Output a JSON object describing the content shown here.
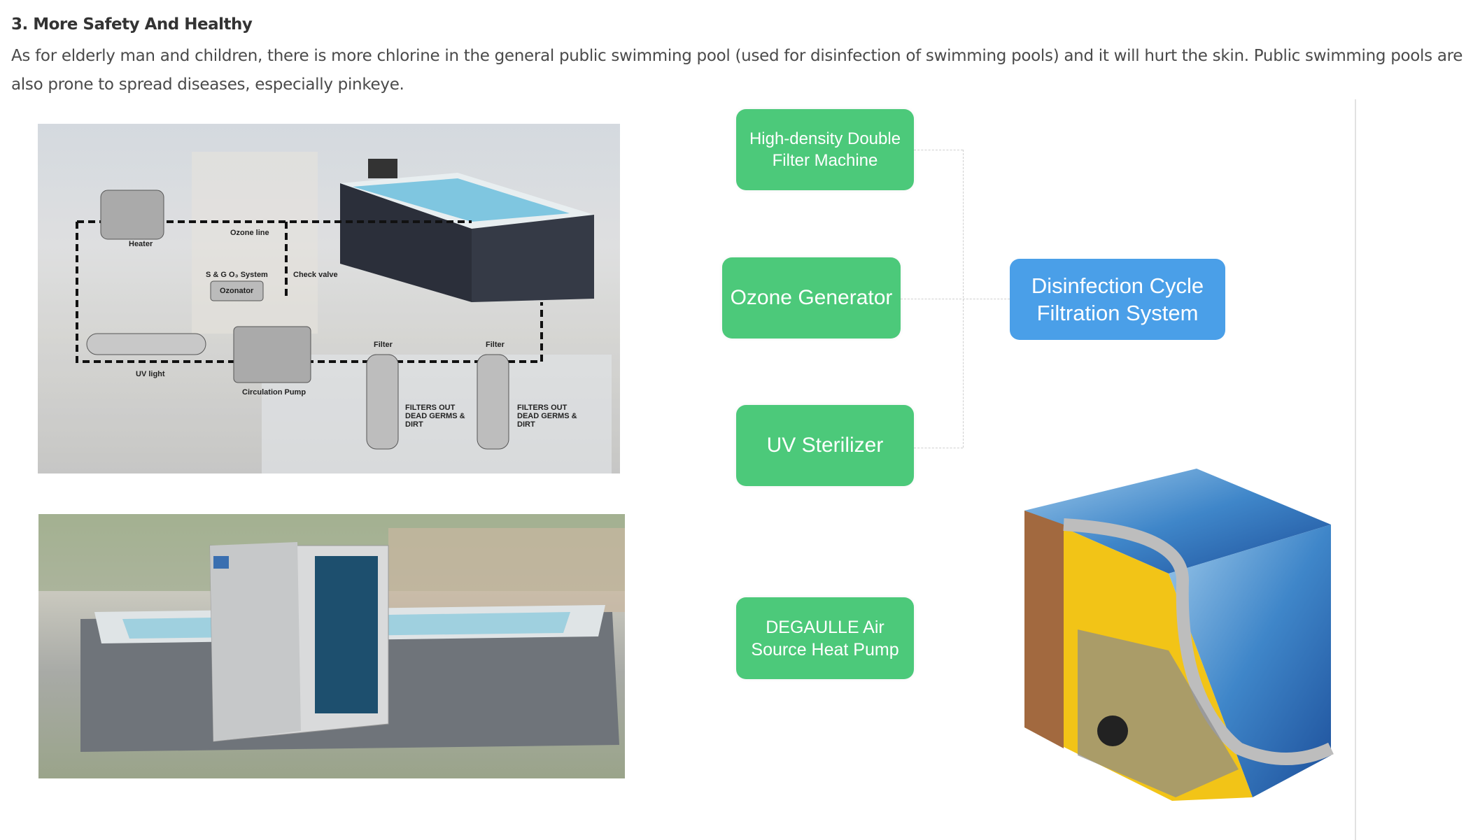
{
  "section": {
    "heading": "3. More Safety And Healthy",
    "paragraph": "As for elderly man and children, there is more chlorine in the general public swimming pool (used for disinfection of swimming pools) and it will hurt the skin. Public swimming pools are also prone to spread diseases, especially pinkeye."
  },
  "diagram_image": {
    "labels": {
      "heater": "Heater",
      "ozone_line": "Ozone line",
      "system": "S & G O₃ System",
      "check_valve": "Check valve",
      "ozonator": "Ozonator",
      "uv_light": "UV light",
      "circulation_pump": "Circulation Pump",
      "filter1": "Filter",
      "filter2": "Filter",
      "filters_note1": "FILTERS OUT DEAD GERMS & DIRT",
      "filters_note2": "FILTERS OUT DEAD GERMS & DIRT"
    }
  },
  "flow": {
    "components": [
      {
        "line1": "High-density Double",
        "line2": "Filter Machine"
      },
      {
        "line1": "Ozone Generator",
        "line2": ""
      },
      {
        "line1": "UV Sterilizer",
        "line2": ""
      },
      {
        "line1": "DEGAULLE Air",
        "line2": "Source Heat Pump"
      }
    ],
    "system": {
      "line1": "Disinfection Cycle",
      "line2": "Filtration System"
    }
  },
  "colors": {
    "green": "#4cc97a",
    "blue": "#4a9fe8",
    "text": "#4a4a4a"
  }
}
